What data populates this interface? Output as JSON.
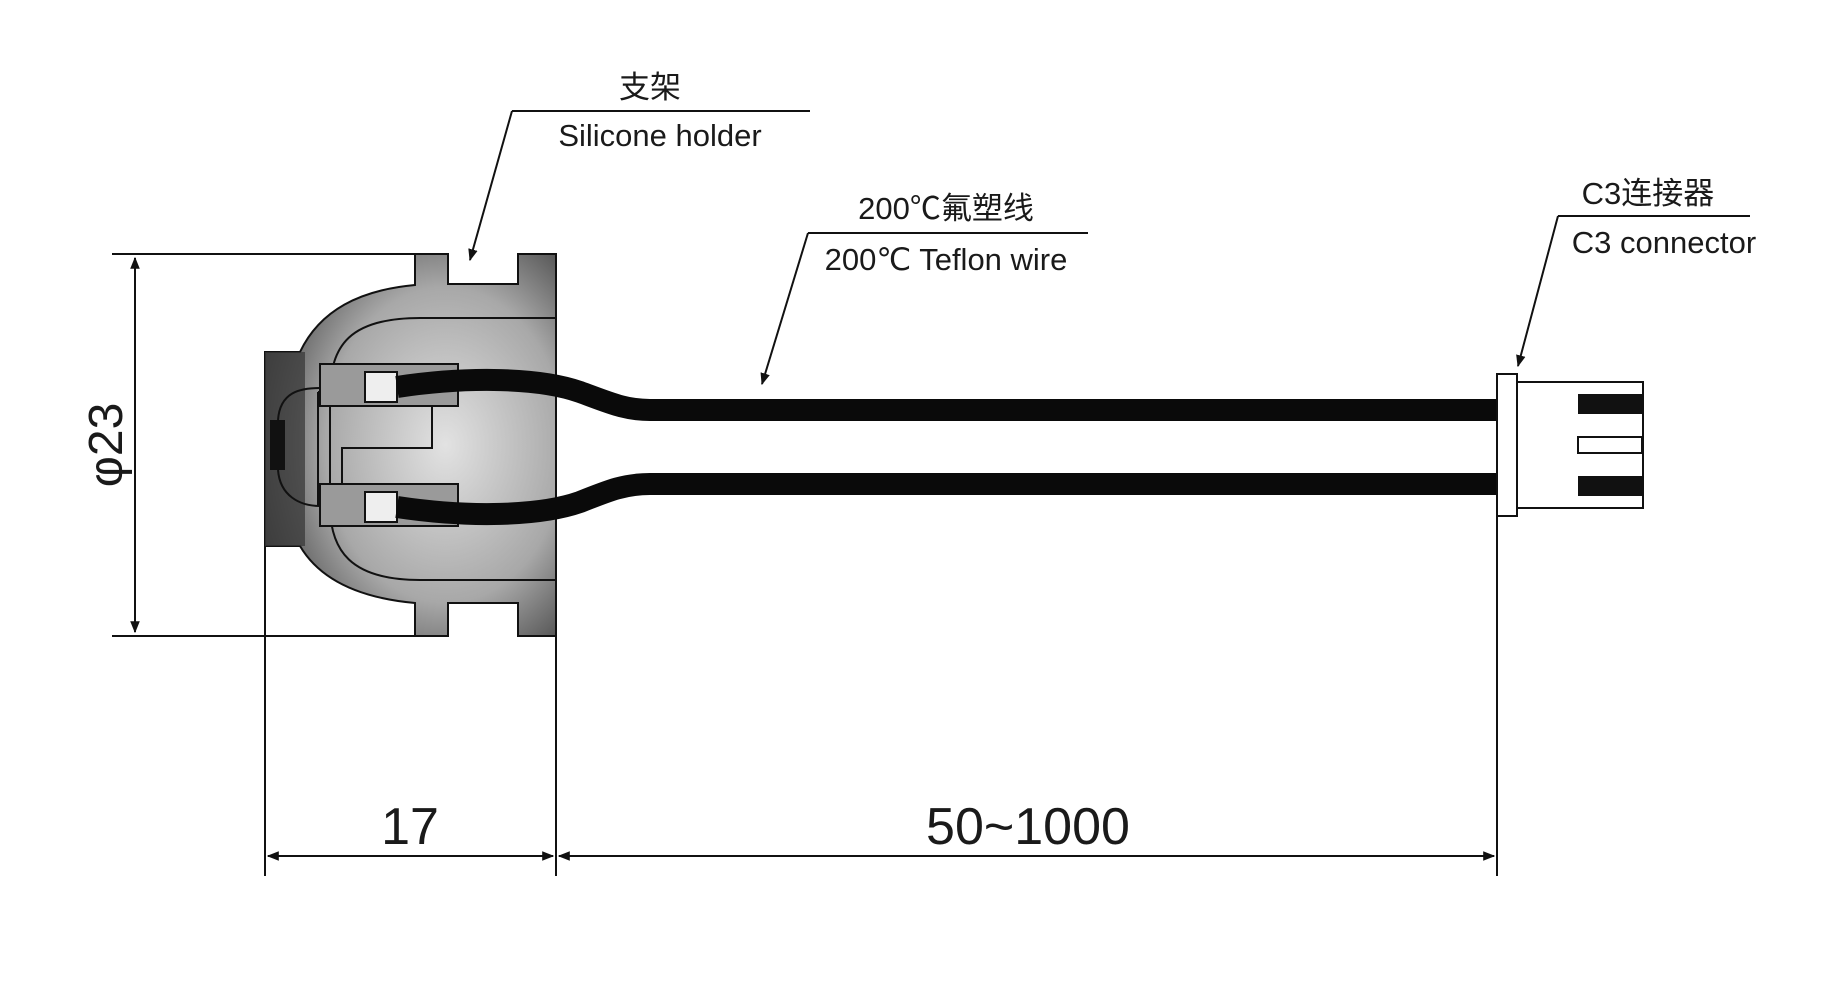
{
  "diagram": {
    "callouts": {
      "holder": {
        "cn": "支架",
        "en": "Silicone holder"
      },
      "wire": {
        "cn": "200℃氟塑线",
        "en": "200℃ Teflon wire"
      },
      "connector": {
        "cn": "C3连接器",
        "en": "C3 connector"
      }
    },
    "dimensions": {
      "diameter": "φ23",
      "body_length": "17",
      "cable_length": "50~1000"
    },
    "colors": {
      "ink": "#111111",
      "body_dark": "#2b2b2b",
      "body_light": "#d2d2d2",
      "wire": "#0a0a0a"
    }
  }
}
